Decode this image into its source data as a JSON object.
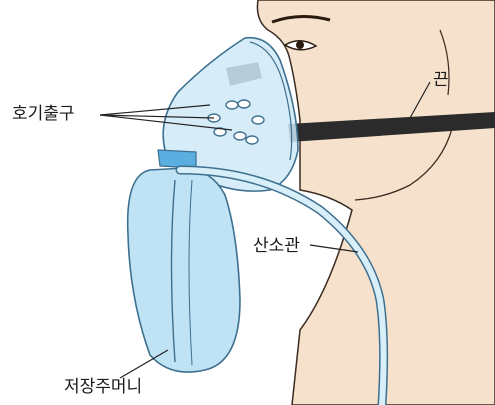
{
  "labels": {
    "exhalation_ports": "호기출구",
    "strap": "끈",
    "oxygen_tube": "산소관",
    "reservoir_bag": "저장주머니"
  },
  "colors": {
    "skin": "#f6e2cc",
    "skin_outline": "#3a2a20",
    "mask": "#cfe9f7",
    "mask_outline": "#3d6f8f",
    "strap": "#2b2b2b",
    "bag": "#bfe2f5",
    "tube": "#d8eef9",
    "connector": "#5aaee0",
    "leader_line": "#222222"
  }
}
